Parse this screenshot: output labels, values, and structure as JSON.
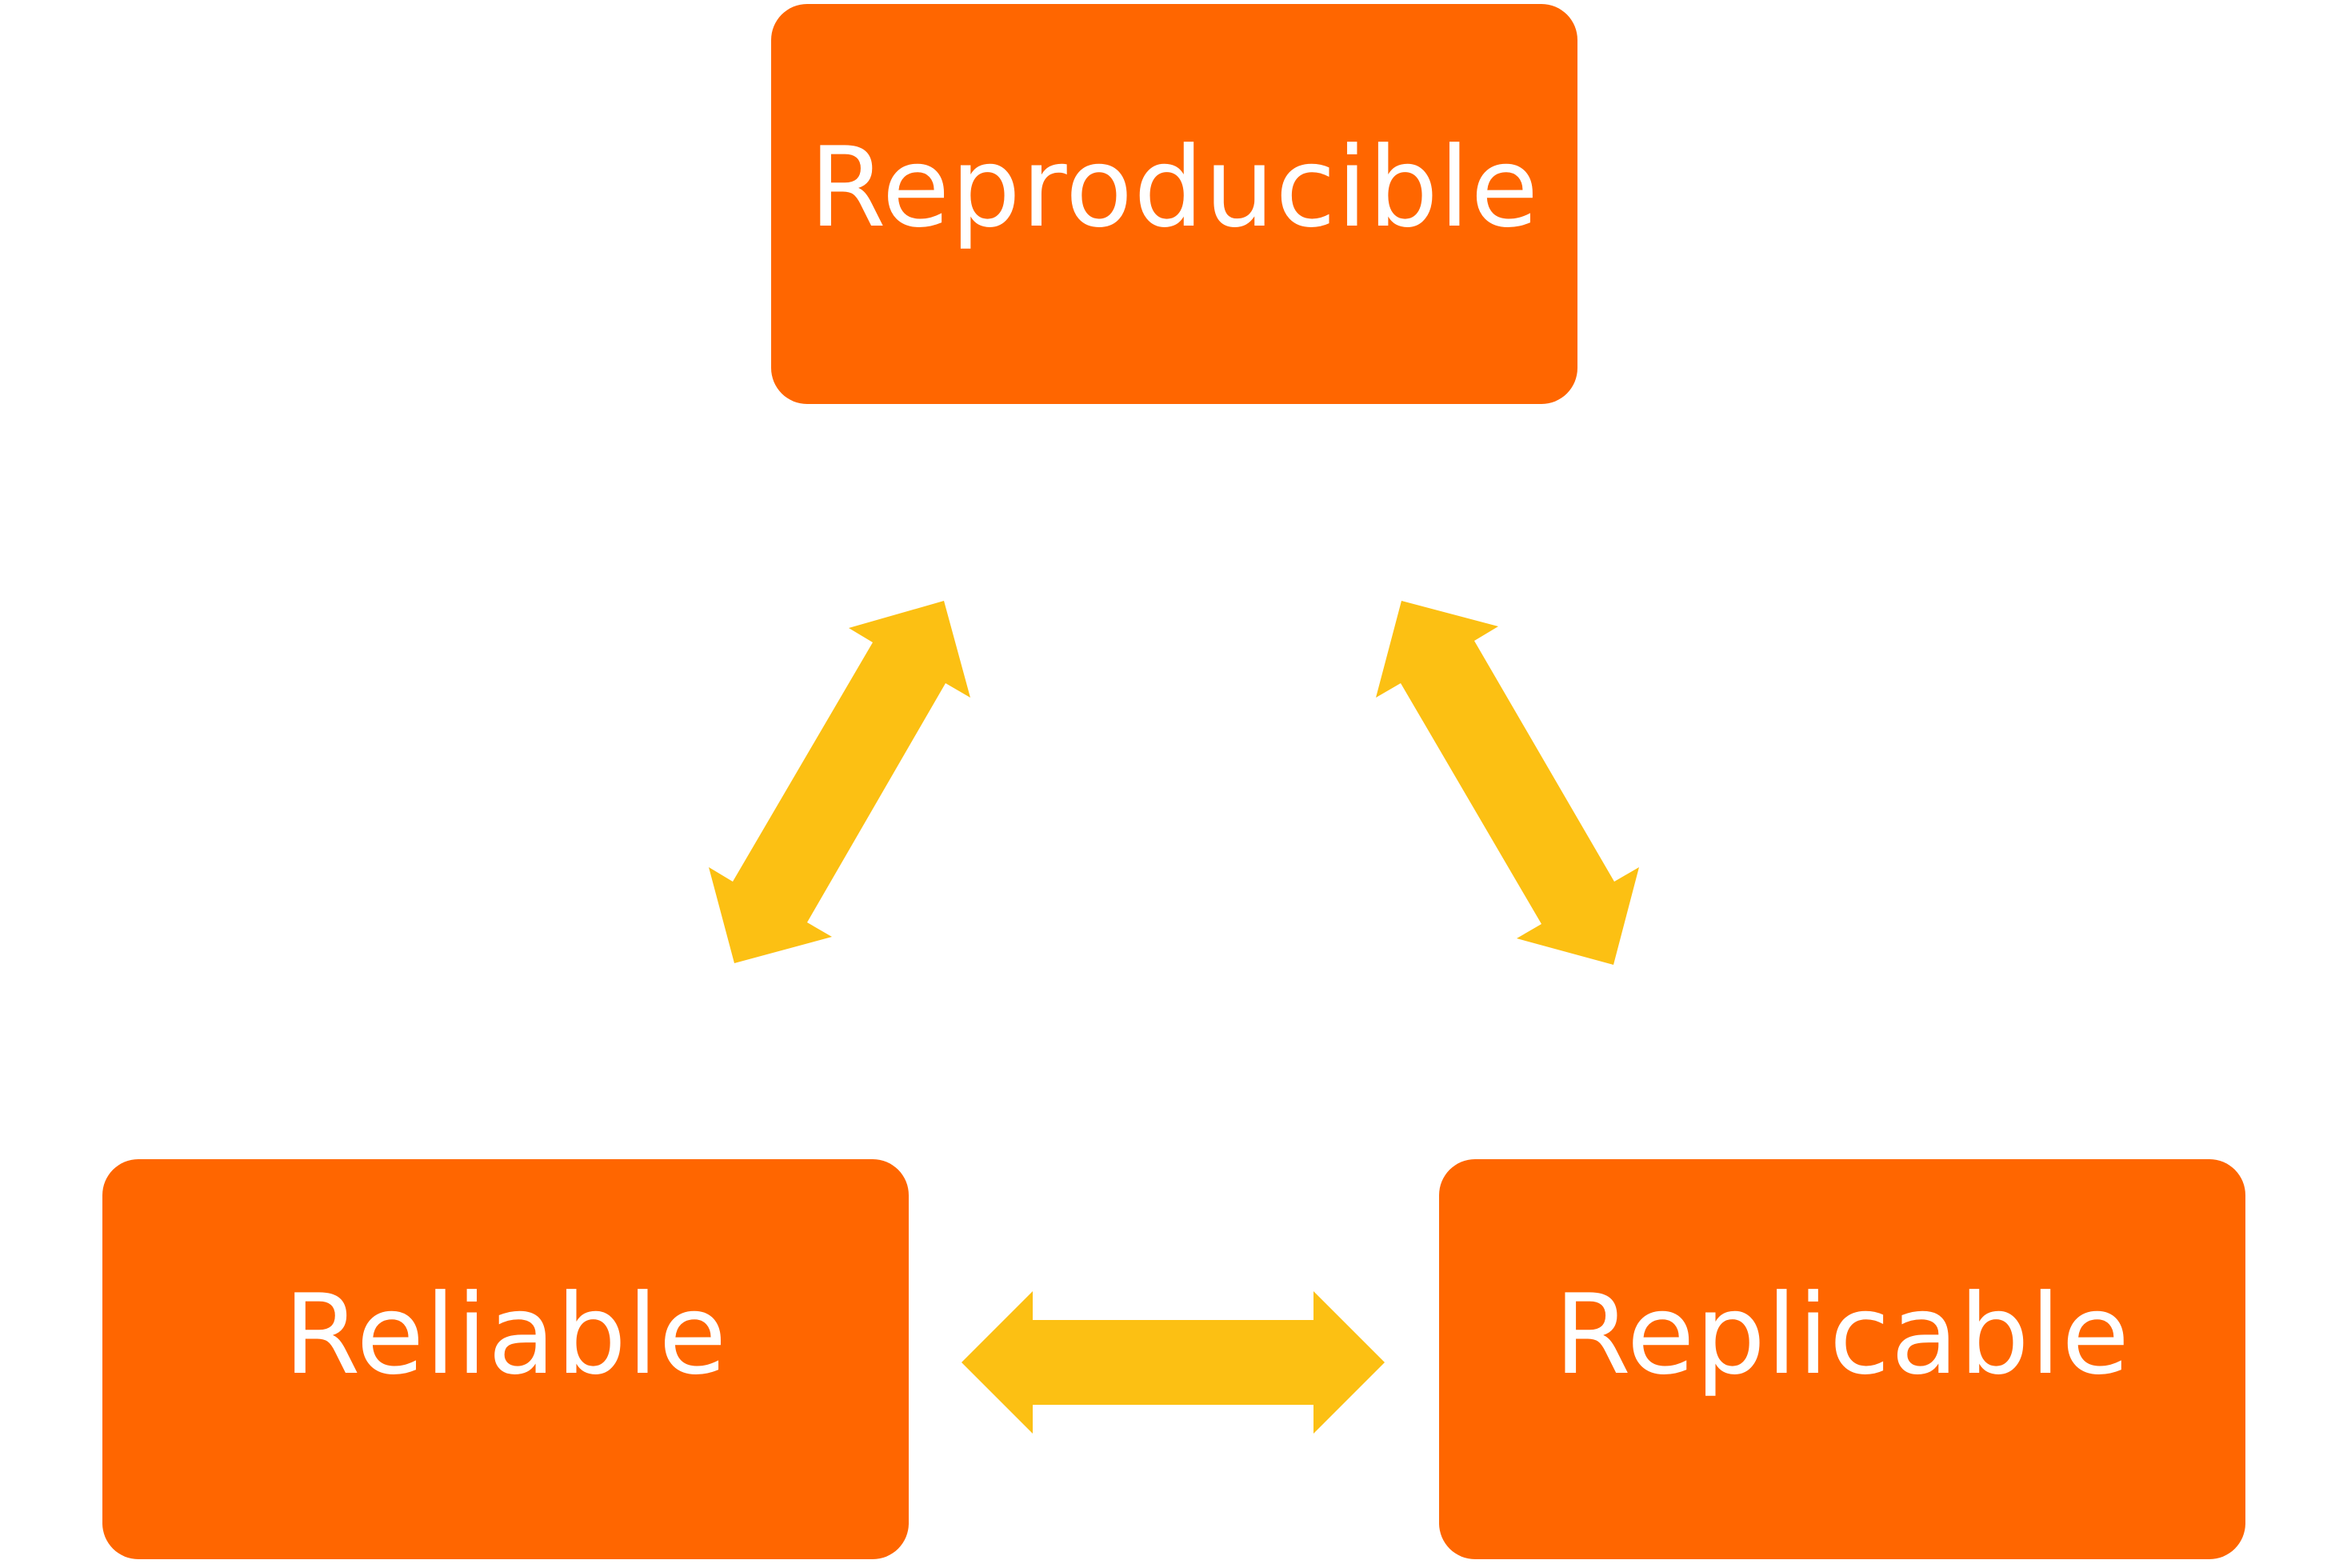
{
  "nodes": {
    "top": {
      "label": "Reproducible"
    },
    "left": {
      "label": "Reliable"
    },
    "right": {
      "label": "Replicable"
    }
  },
  "colors": {
    "box": "#ff6600",
    "text": "#ffffff",
    "arrow": "#fcc013"
  }
}
